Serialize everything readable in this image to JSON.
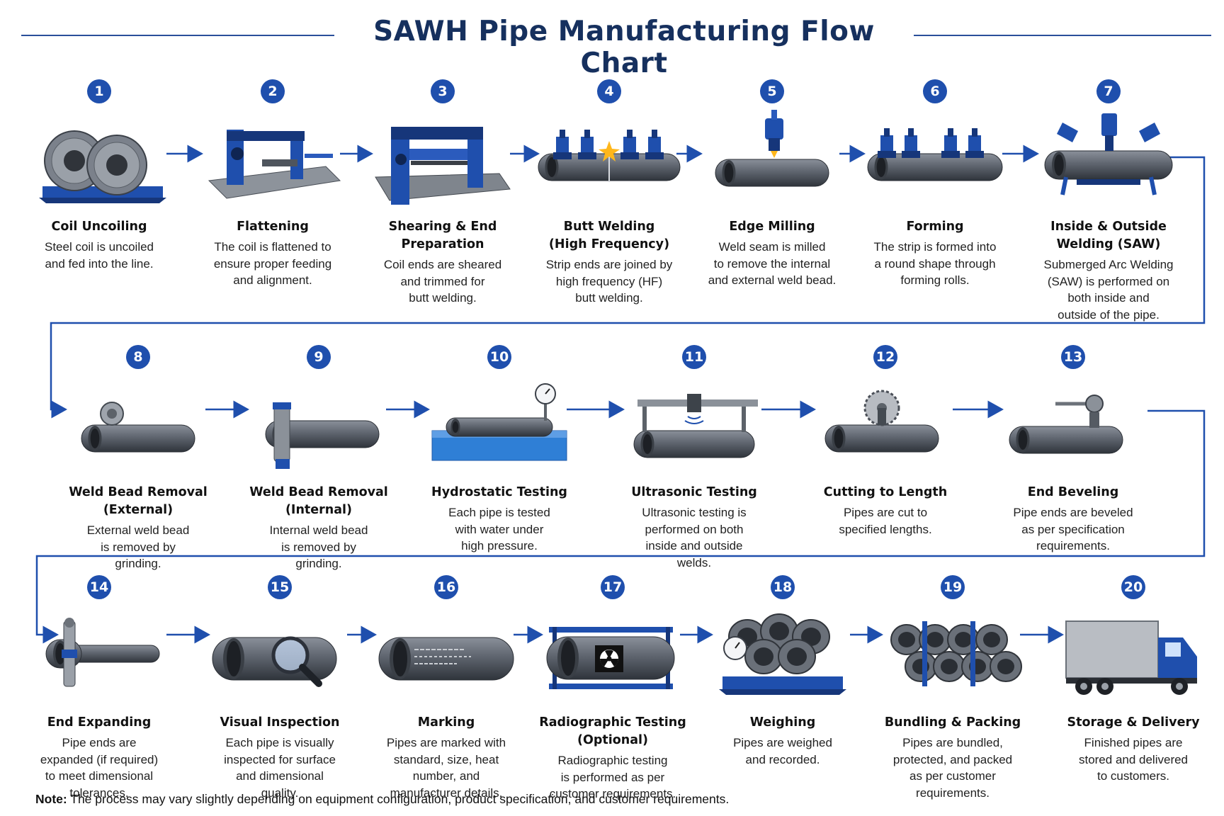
{
  "title": "SAWH Pipe Manufacturing Flow Chart",
  "colors": {
    "accent": "#1f4fad",
    "title": "#16305e",
    "pipe": "#5c6370",
    "water": "#2f7fd6"
  },
  "steps": [
    {
      "num": "1",
      "title": [
        "Coil Uncoiling"
      ],
      "desc": [
        "Steel coil is uncoiled",
        "and fed into the line."
      ],
      "icon": "coil-icon"
    },
    {
      "num": "2",
      "title": [
        "Flattening"
      ],
      "desc": [
        "The coil is flattened to",
        "ensure proper feeding",
        "and alignment."
      ],
      "icon": "flattening-machine-icon"
    },
    {
      "num": "3",
      "title": [
        "Shearing & End",
        "Preparation"
      ],
      "desc": [
        "Coil ends are sheared",
        "and trimmed for",
        "butt welding."
      ],
      "icon": "shearing-machine-icon"
    },
    {
      "num": "4",
      "title": [
        "Butt Welding",
        "(High Frequency)"
      ],
      "desc": [
        "Strip ends are joined by",
        "high frequency (HF)",
        "butt welding."
      ],
      "icon": "butt-welding-icon"
    },
    {
      "num": "5",
      "title": [
        "Edge Milling"
      ],
      "desc": [
        "Weld seam is milled",
        "to remove the internal",
        "and external weld bead."
      ],
      "icon": "edge-milling-icon"
    },
    {
      "num": "6",
      "title": [
        "Forming"
      ],
      "desc": [
        "The strip is formed into",
        "a round shape through",
        "forming rolls."
      ],
      "icon": "forming-rolls-icon"
    },
    {
      "num": "7",
      "title": [
        "Inside & Outside",
        "Welding (SAW)"
      ],
      "desc": [
        "Submerged Arc Welding",
        "(SAW) is performed on",
        "both inside and",
        "outside of the pipe."
      ],
      "icon": "saw-welding-icon"
    },
    {
      "num": "8",
      "title": [
        "Weld Bead Removal",
        "(External)"
      ],
      "desc": [
        "External weld bead",
        "is removed by",
        "grinding."
      ],
      "icon": "external-grinding-icon"
    },
    {
      "num": "9",
      "title": [
        "Weld Bead Removal",
        "(Internal)"
      ],
      "desc": [
        "Internal weld bead",
        "is removed by",
        "grinding."
      ],
      "icon": "internal-grinding-icon"
    },
    {
      "num": "10",
      "title": [
        "Hydrostatic Testing"
      ],
      "desc": [
        "Each pipe is tested",
        "with water under",
        "high pressure."
      ],
      "icon": "hydrostatic-tank-icon"
    },
    {
      "num": "11",
      "title": [
        "Ultrasonic Testing"
      ],
      "desc": [
        "Ultrasonic testing is",
        "performed on both",
        "inside and outside",
        "welds."
      ],
      "icon": "ultrasonic-probe-icon"
    },
    {
      "num": "12",
      "title": [
        "Cutting to Length"
      ],
      "desc": [
        "Pipes are cut to",
        "specified lengths."
      ],
      "icon": "saw-blade-icon"
    },
    {
      "num": "13",
      "title": [
        "End Beveling"
      ],
      "desc": [
        "Pipe ends are beveled",
        "as per specification",
        "requirements."
      ],
      "icon": "beveling-tool-icon"
    },
    {
      "num": "14",
      "title": [
        "End Expanding"
      ],
      "desc": [
        "Pipe ends are",
        "expanded (if required)",
        "to meet dimensional",
        "tolerances."
      ],
      "icon": "expander-icon"
    },
    {
      "num": "15",
      "title": [
        "Visual Inspection"
      ],
      "desc": [
        "Each pipe is visually",
        "inspected for surface",
        "and dimensional",
        "quality."
      ],
      "icon": "magnifier-icon"
    },
    {
      "num": "16",
      "title": [
        "Marking"
      ],
      "desc": [
        "Pipes are marked with",
        "standard, size, heat",
        "number, and",
        "manufacturer details."
      ],
      "icon": "marked-pipe-icon"
    },
    {
      "num": "17",
      "title": [
        "Radiographic Testing",
        "(Optional)"
      ],
      "desc": [
        "Radiographic testing",
        "is performed as per",
        "customer requirements."
      ],
      "icon": "radiation-icon"
    },
    {
      "num": "18",
      "title": [
        "Weighing"
      ],
      "desc": [
        "Pipes are weighed",
        "and recorded."
      ],
      "icon": "weighing-scale-icon"
    },
    {
      "num": "19",
      "title": [
        "Bundling & Packing"
      ],
      "desc": [
        "Pipes are bundled,",
        "protected, and packed",
        "as per customer",
        "requirements."
      ],
      "icon": "pipe-bundle-icon"
    },
    {
      "num": "20",
      "title": [
        "Storage & Delivery"
      ],
      "desc": [
        "Finished pipes are",
        "stored and delivered",
        "to customers."
      ],
      "icon": "truck-icon"
    }
  ],
  "note": {
    "label": "Note:",
    "text": " The process may vary slightly depending on equipment configuration, product specification, and customer requirements."
  }
}
